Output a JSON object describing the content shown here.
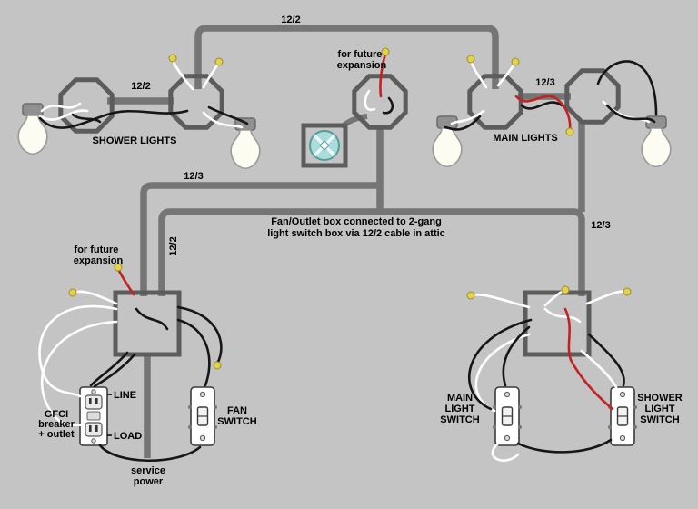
{
  "diagram": {
    "type": "electrical-wiring-diagram",
    "colors": {
      "background": "#c4c4c4",
      "cable": "#757575",
      "box_outline": "#5c5c5c",
      "wire_black": "#161616",
      "wire_white": "#ffffff",
      "wire_red": "#c42222",
      "wire_nut": "#e3d24b",
      "fan_symbol": "#a9dcdb",
      "text": "#000000"
    },
    "icons": [
      "light-bulb-icon",
      "octagon-junction-box-icon",
      "fan-outlet-box-icon",
      "toggle-switch-icon",
      "gfci-outlet-icon",
      "wire-nut-icon"
    ],
    "labels": {
      "cable_attic_top": "12/2",
      "cable_shower_lights": "12/2",
      "cable_main_lights": "12/3",
      "cable_switch_run": "12/3",
      "cable_left_drop": "12/2",
      "cable_right_drop": "12/3",
      "shower_lights": "SHOWER LIGHTS",
      "main_lights": "MAIN LIGHTS",
      "future_top_line1": "for future",
      "future_top_line2": "expansion",
      "future_left_line1": "for future",
      "future_left_line2": "expansion",
      "attic_note_line1": "Fan/Outlet box connected to 2-gang",
      "attic_note_line2": "light switch box via 12/2 cable in attic",
      "line_terminal": "LINE",
      "load_terminal": "LOAD",
      "gfci_line1": "GFCI",
      "gfci_line2": "breaker",
      "gfci_line3": "+ outlet",
      "service_line1": "service",
      "service_line2": "power",
      "fan_switch_line1": "FAN",
      "fan_switch_line2": "SWITCH",
      "main_switch_line1": "MAIN",
      "main_switch_line2": "LIGHT",
      "main_switch_line3": "SWITCH",
      "shower_switch_line1": "SHOWER",
      "shower_switch_line2": "LIGHT",
      "shower_switch_line3": "SWITCH"
    }
  }
}
